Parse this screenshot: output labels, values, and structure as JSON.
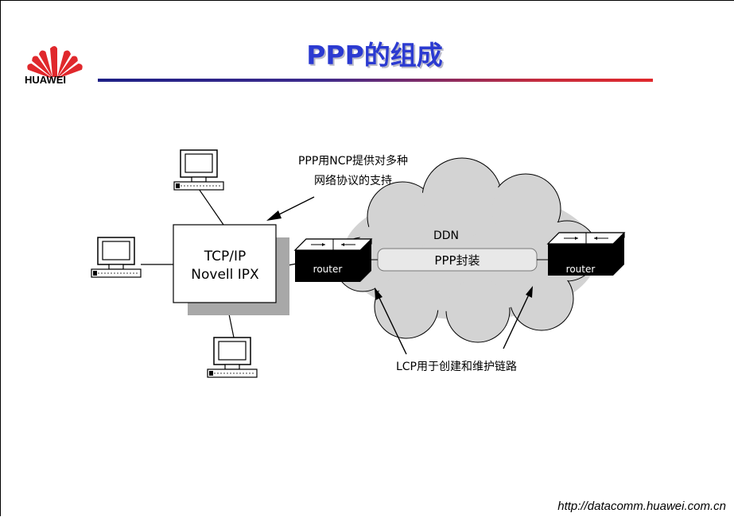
{
  "header": {
    "brand": "HUAWEI",
    "title": "PPP的组成"
  },
  "diagram": {
    "host_box_line1": "TCP/IP",
    "host_box_line2": "Novell IPX",
    "ncp_note_line1": "PPP用NCP提供对多种",
    "ncp_note_line2": "网络协议的支持",
    "cloud_label": "DDN",
    "encap_label": "PPP封装",
    "router_left": "router",
    "router_right": "router",
    "lcp_note": "LCP用于创建和维护链路"
  },
  "footer": {
    "url": "http://datacomm.huawei.com.cn"
  },
  "colors": {
    "title": "#2b3ad1",
    "logo_red": "#e0282c",
    "cloud": "#d3d3d3",
    "shadow": "#a8a8a8"
  }
}
